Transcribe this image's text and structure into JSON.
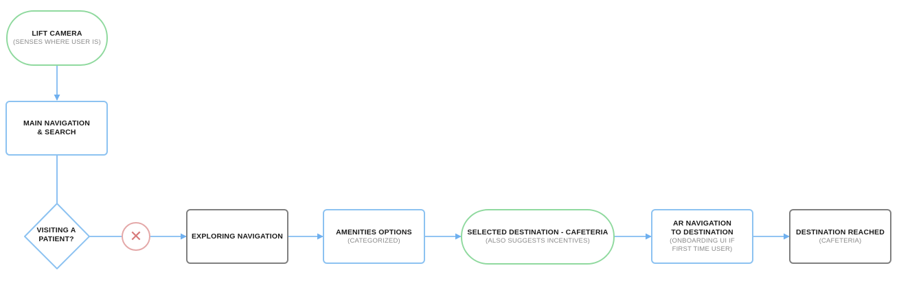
{
  "colors": {
    "connector": "#6fb0ef",
    "blue_node": "#8cc2f1",
    "green_node": "#8fd99e",
    "gray_node": "#7f7f7f",
    "stop_icon": "#e4a8a8"
  },
  "nodes": {
    "lift_camera": {
      "title": "LIFT CAMERA",
      "subtitle": "(SENSES WHERE USER IS)"
    },
    "main_navigation": {
      "title": "MAIN NAVIGATION\n& SEARCH"
    },
    "decision": {
      "title": "VISITING A\nPATIENT?"
    },
    "stop_icon": "close-icon",
    "exploring": {
      "title": "EXPLORING NAVIGATION"
    },
    "amenities": {
      "title": "AMENITIES OPTIONS",
      "subtitle": "(CATEGORIZED)"
    },
    "selected_destination": {
      "title": "SELECTED DESTINATION - CAFETERIA",
      "subtitle": "(ALSO SUGGESTS INCENTIVES)"
    },
    "ar_navigation": {
      "title": "AR NAVIGATION\nTO DESTINATION",
      "subtitle": "(ONBOARDING UI IF\nFIRST TIME USER)"
    },
    "destination_reached": {
      "title": "DESTINATION REACHED",
      "subtitle": "(CAFETERIA)"
    }
  }
}
